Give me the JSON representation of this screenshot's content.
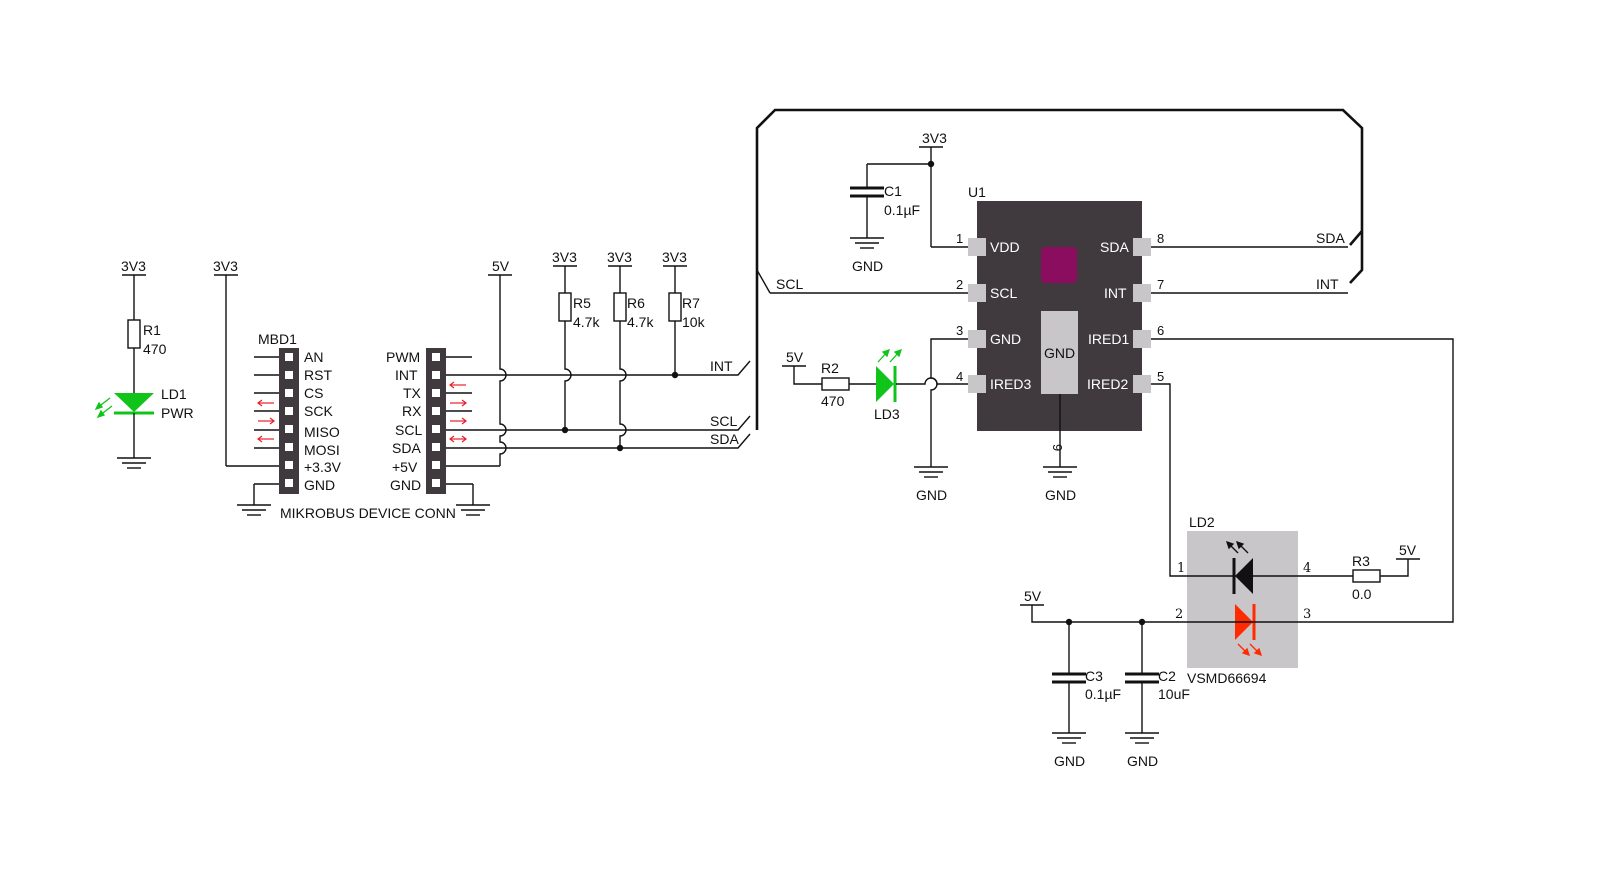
{
  "nets": {
    "v33": "3V3",
    "v5": "5V",
    "gnd": "GND",
    "scl": "SCL",
    "sda": "SDA",
    "int": "INT"
  },
  "r1": {
    "ref": "R1",
    "val": "470"
  },
  "ld1": {
    "ref": "LD1",
    "val": "PWR"
  },
  "mbd1": {
    "ref": "MBD1",
    "caption": "MIKROBUS DEVICE CONN",
    "left_pins": [
      "AN",
      "RST",
      "CS",
      "SCK",
      "MISO",
      "MOSI",
      "+3.3V",
      "GND"
    ],
    "right_pins": [
      "PWM",
      "INT",
      "TX",
      "RX",
      "SCL",
      "SDA",
      "+5V",
      "GND"
    ]
  },
  "r5": {
    "ref": "R5",
    "val": "4.7k"
  },
  "r6": {
    "ref": "R6",
    "val": "4.7k"
  },
  "r7": {
    "ref": "R7",
    "val": "10k"
  },
  "c1": {
    "ref": "C1",
    "val": "0.1µF"
  },
  "u1": {
    "ref": "U1",
    "center_label": "GND",
    "center_pin": "9",
    "left_pins": [
      {
        "num": "1",
        "name": "VDD"
      },
      {
        "num": "2",
        "name": "SCL"
      },
      {
        "num": "3",
        "name": "GND"
      },
      {
        "num": "4",
        "name": "IRED3"
      }
    ],
    "right_pins": [
      {
        "num": "8",
        "name": "SDA"
      },
      {
        "num": "7",
        "name": "INT"
      },
      {
        "num": "6",
        "name": "IRED1"
      },
      {
        "num": "5",
        "name": "IRED2"
      }
    ],
    "body_color": "#403a3e",
    "marker_color": "#8b0d5f"
  },
  "r2": {
    "ref": "R2",
    "val": "470"
  },
  "ld3": {
    "ref": "LD3"
  },
  "ld2": {
    "ref": "LD2",
    "part": "VSMD66694",
    "pins": [
      "1",
      "2",
      "4",
      "3"
    ]
  },
  "r3": {
    "ref": "R3",
    "val": "0.0"
  },
  "c3": {
    "ref": "C3",
    "val": "0.1µF"
  },
  "c2": {
    "ref": "C2",
    "val": "10uF"
  },
  "colors": {
    "green_led": "#11c41a",
    "red_led": "#ff2a00",
    "arrow_red": "#e8202a",
    "ld2_box": "#c8c6c8",
    "gnd_pad": "#c8c6c8",
    "pin_pad": "#c8c6c8"
  }
}
